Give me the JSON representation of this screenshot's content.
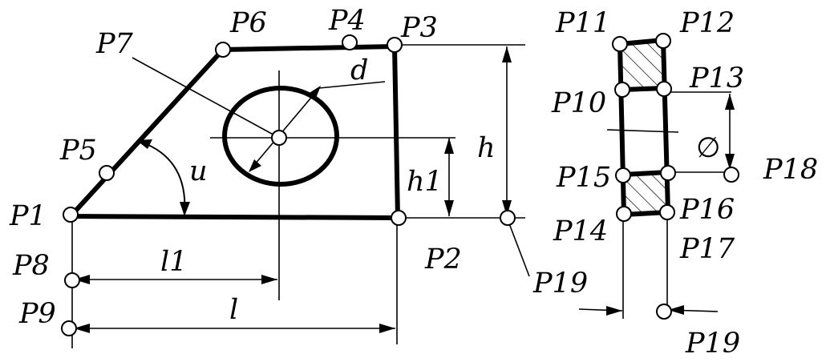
{
  "diagram": {
    "colors": {
      "stroke": "#000000",
      "background": "#ffffff"
    },
    "point_labels": {
      "p1": "P1",
      "p2": "P2",
      "p3": "P3",
      "p4": "P4",
      "p5": "P5",
      "p6": "P6",
      "p7": "P7",
      "p8": "P8",
      "p9": "P9",
      "p10": "P10",
      "p11": "P11",
      "p12": "P12",
      "p13": "P13",
      "p14": "P14",
      "p15": "P15",
      "p16": "P16",
      "p17": "P17",
      "p18": "P18",
      "p19": "P19"
    },
    "dimension_labels": {
      "d": "d",
      "u": "u",
      "h": "h",
      "h1": "h1",
      "l": "l",
      "l1": "l1",
      "diameter": "∅"
    }
  }
}
